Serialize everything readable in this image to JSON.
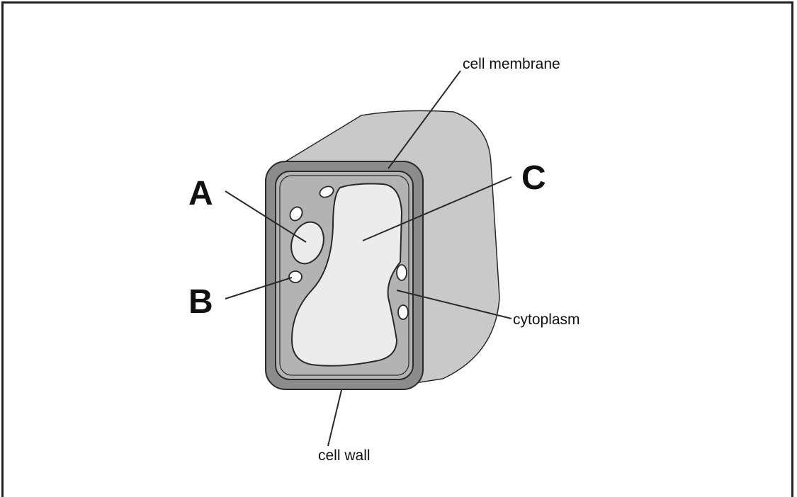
{
  "labels": {
    "cell_membrane": "cell membrane",
    "a": "A",
    "b": "B",
    "c": "C",
    "cytoplasm": "cytoplasm",
    "cell_wall": "cell wall"
  },
  "colors": {
    "wall_fill": "#8c8c8c",
    "side_fill": "#c9c9c9",
    "cytoplasm_fill": "#b3b3b3",
    "vacuole_fill": "#ececec",
    "outline": "#2a2a2a"
  }
}
